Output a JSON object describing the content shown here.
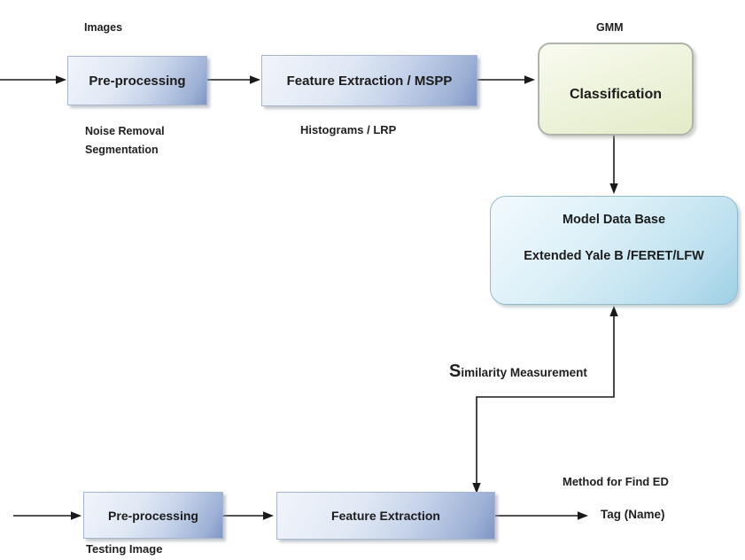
{
  "labels": {
    "images": "Images",
    "gmm": "GMM",
    "noise_removal": "Noise Removal",
    "segmentation": "Segmentation",
    "histograms": "Histograms / LRP",
    "similarity": "Similarity Measurement",
    "method": "Method for Find ED",
    "tag": "Tag (Name)",
    "testing_image": "Testing Image"
  },
  "nodes": {
    "preprocessing_top": "Pre-processing",
    "feature_extraction_top": "Feature Extraction / MSPP",
    "classification": "Classification",
    "model_db_line1": "Model Data Base",
    "model_db_line2": "Extended Yale B /FERET/LFW",
    "preprocessing_bottom": "Pre-processing",
    "feature_extraction_bottom": "Feature Extraction"
  },
  "colors": {
    "blue_box_light": "#f1f5fb",
    "blue_box_dark": "#7e96c3",
    "green_box_light": "#f9fbf1",
    "green_box_dark": "#e2ebc8",
    "teal_box_light": "#f3fafd",
    "teal_box_dark": "#9dd0e4",
    "arrow": "#1a1a1a",
    "text": "#212121",
    "background": "#ffffff"
  }
}
